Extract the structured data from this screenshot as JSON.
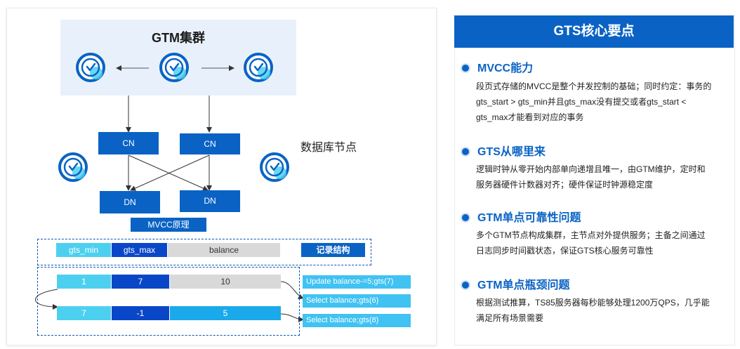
{
  "diagram": {
    "cluster_title": "GTM集群",
    "cn_label": "CN",
    "dn_label": "DN",
    "db_nodes_label": "数据库节点",
    "mvcc_label": "MVCC原理",
    "record_headers": [
      "gts_min",
      "gts_max",
      "balance"
    ],
    "record_label": "记录结构",
    "row1": [
      "1",
      "7",
      "10"
    ],
    "row2": [
      "7",
      "-1",
      "5"
    ],
    "annotations": [
      "Update balance-=5;gts(7)",
      "Select balance;gts(6)",
      "Select balance;gts(8)"
    ],
    "icon": "clock-icon"
  },
  "panel": {
    "title": "GTS核心要点",
    "sections": [
      {
        "title": "MVCC能力",
        "lines": [
          "段页式存储的MVCC是整个并发控制的基础；同时约定：事务的",
          "gts_start  >  gts_min并且gts_max没有提交或者gts_start  <",
          "gts_max才能看到对应的事务"
        ]
      },
      {
        "title": "GTS从哪里来",
        "lines": [
          "逻辑时钟从零开始内部单向递增且唯一，由GTM维护，定时和",
          "服务器硬件计数器对齐；硬件保证时钟源稳定度"
        ]
      },
      {
        "title": "GTM单点可靠性问题",
        "lines": [
          "多个GTM节点构成集群，主节点对外提供服务；主备之间通过",
          "日志同步时间戳状态，保证GTS核心服务可靠性"
        ]
      },
      {
        "title": "GTM单点瓶颈问题",
        "lines": [
          "根据测试推算，TS85服务器每秒能够处理1200万QPS，几乎能",
          "满足所有场景需要"
        ]
      }
    ]
  },
  "colors": {
    "primary": "#0a63c4",
    "light_cyan": "#4dd0f0",
    "dark_blue": "#0a47c8",
    "gray": "#d9d9d9"
  }
}
